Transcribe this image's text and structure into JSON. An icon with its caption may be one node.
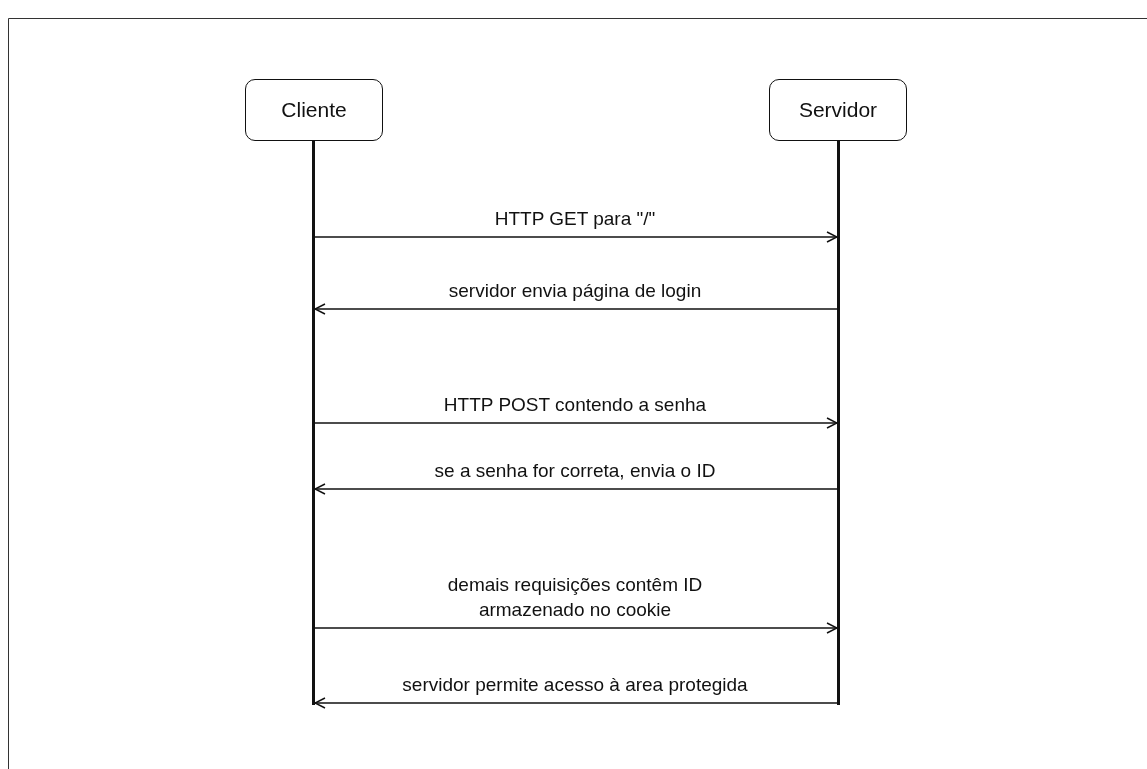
{
  "diagram": {
    "nodes": [
      {
        "text": [
          "Cliente"
        ]
      },
      {
        "text": [
          "Servidor"
        ]
      },
      {
        "text": [],
        "shape": "bar"
      },
      {
        "text": [],
        "shape": "bar"
      }
    ],
    "edges": [
      {
        "from": 2,
        "to": 3,
        "arrow": "to",
        "label": "HTTP GET para \"/\""
      },
      {
        "from": 3,
        "to": 2,
        "arrow": "to",
        "label": "servidor envia página de login"
      },
      {
        "from": 2,
        "to": 3,
        "arrow": "to",
        "label": "HTTP POST contendo a senha"
      },
      {
        "from": 3,
        "to": 2,
        "arrow": "to",
        "label": "se a senha for correta, envia o ID"
      },
      {
        "from": 2,
        "to": 3,
        "arrow": "to",
        "label": "demais requisições contêm ID armazenado no cookie"
      },
      {
        "from": 3,
        "to": 2,
        "arrow": "to",
        "label": "servidor permite acesso à area protegida"
      }
    ]
  }
}
